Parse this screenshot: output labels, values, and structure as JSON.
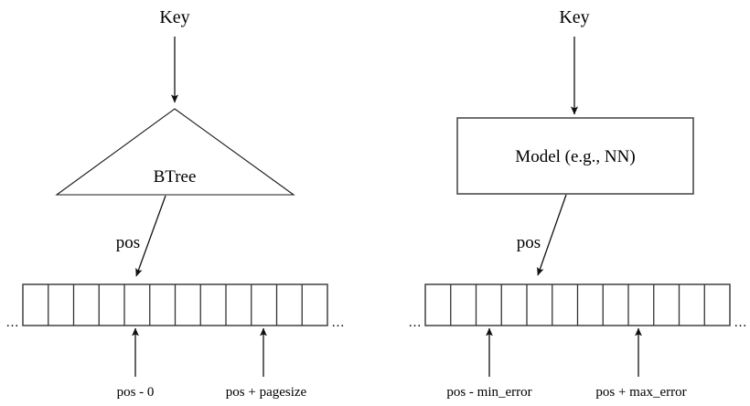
{
  "figure": {
    "background_color": "#ffffff",
    "line_color": "#1a1a1a",
    "box_stroke_color": "#4d4d4d",
    "panels": [
      {
        "id": "btree",
        "input_label": "Key",
        "node_label": "BTree",
        "node_shape": "triangle",
        "output_label": "pos",
        "array_cells": 12,
        "left_ellipsis": "...",
        "right_ellipsis": "...",
        "lower_bound_label": "pos - 0",
        "upper_bound_label": "pos + pagesize"
      },
      {
        "id": "learned-index",
        "input_label": "Key",
        "node_label": "Model (e.g., NN)",
        "node_shape": "rectangle",
        "output_label": "pos",
        "array_cells": 12,
        "left_ellipsis": "...",
        "right_ellipsis": "...",
        "lower_bound_label": "pos - min_error",
        "upper_bound_label": "pos + max_error"
      }
    ]
  }
}
